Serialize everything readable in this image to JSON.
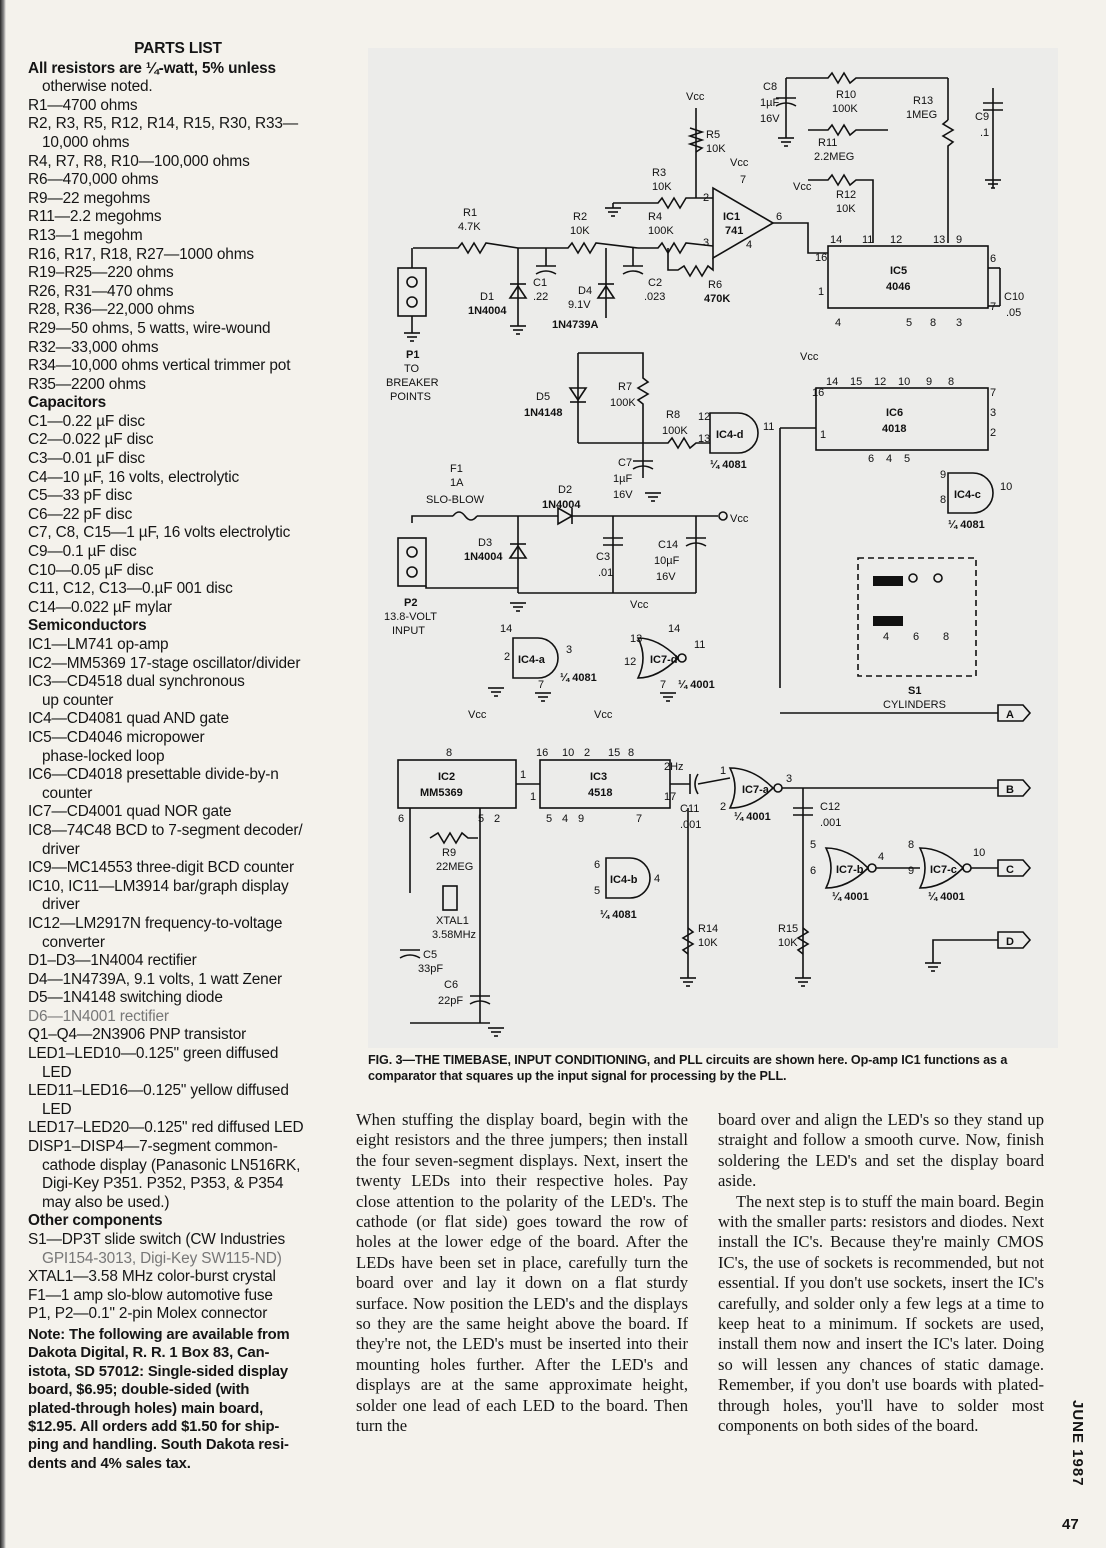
{
  "parts_list": {
    "title": "PARTS LIST",
    "intro": "All resistors are ¼-watt, 5% unless",
    "intro2": "otherwise noted.",
    "resistors": [
      "R1—4700 ohms",
      "R2, R3, R5, R12, R14, R15, R30, R33—",
      "10,000 ohms",
      "R4, R7, R8, R10—100,000 ohms",
      "R6—470,000 ohms",
      "R9—22 megohms",
      "R11—2.2 megohms",
      "R13—1 megohm",
      "R16, R17, R18, R27—1000 ohms",
      "R19–R25—220 ohms",
      "R26, R31—470 ohms",
      "R28, R36—22,000 ohms",
      "R29—50 ohms, 5 watts, wire-wound",
      "R32—33,000 ohms",
      "R34—10,000 ohms vertical trimmer pot",
      "R35—2200 ohms"
    ],
    "capacitors_heading": "Capacitors",
    "capacitors": [
      "C1—0.22 µF disc",
      "C2—0.022 µF disc",
      "C3—0.01 µF disc",
      "C4—10 µF, 16 volts, electrolytic",
      "C5—33 pF disc",
      "C6—22 pF disc",
      "C7, C8, C15—1 µF, 16 volts electrolytic",
      "C9—0.1 µF disc",
      "C10—0.05 µF disc",
      "C11, C12, C13—0.µF 001 disc",
      "C14—0.022 µF mylar"
    ],
    "semiconductors_heading": "Semiconductors",
    "semiconductors": [
      "IC1—LM741 op-amp",
      "IC2—MM5369 17-stage oscillator/divider",
      "IC3—CD4518 dual synchronous",
      "up counter",
      "IC4—CD4081 quad AND gate",
      "IC5—CD4046 micropower",
      "phase-locked loop",
      "IC6—CD4018 presettable divide-by-n",
      "counter",
      "IC7—CD4001 quad NOR gate",
      "IC8—74C48 BCD to 7-segment decoder/",
      "driver",
      "IC9—MC14553 three-digit BCD counter",
      "IC10, IC11—LM3914 bar/graph display",
      "driver",
      "IC12—LM2917N frequency-to-voltage",
      "converter",
      "D1–D3—1N4004 rectifier",
      "D4—1N4739A, 9.1 volts, 1 watt Zener",
      "D5—1N4148 switching diode",
      "D6—1N4001 rectifier",
      "Q1–Q4—2N3906 PNP transistor",
      "LED1–LED10—0.125\" green diffused",
      "LED",
      "LED11–LED16—0.125\" yellow diffused",
      "LED",
      "LED17–LED20—0.125\" red diffused LED",
      "DISP1–DISP4—7-segment common-",
      "cathode display (Panasonic LN516RK,",
      "Digi-Key P351. P352, P353, & P354",
      "may also be used.)"
    ],
    "other_heading": "Other components",
    "other": [
      "S1—DP3T slide switch (CW Industries",
      "GPI154-3013, Digi-Key SW115-ND)",
      "XTAL1—3.58 MHz color-burst crystal",
      "F1—1 amp slo-blow automotive fuse",
      "P1, P2—0.1\" 2-pin Molex connector"
    ],
    "note": [
      "Note: The following are available from",
      "Dakota Digital, R. R. 1 Box 83, Can-",
      "istota, SD 57012: Single-sided display",
      "board, $6.95; double-sided (with",
      "plated-through holes) main board,",
      "$12.95. All orders add $1.50 for ship-",
      "ping and handling. South Dakota resi-",
      "dents and 4% sales tax."
    ]
  },
  "schematic": {
    "labels": {
      "vcc": "Vcc",
      "r5": "R5",
      "r5v": "10K",
      "r3": "R3",
      "r3v": "10K",
      "r1": "R1",
      "r1v": "4.7K",
      "r2": "R2",
      "r2v": "10K",
      "r4": "R4",
      "r4v": "100K",
      "r6": "R6",
      "r6v": "470K",
      "c8": "C8",
      "c8v": "1µF",
      "c8v2": "16V",
      "r10": "R10",
      "r10v": "100K",
      "r11": "R11",
      "r11v": "2.2MEG",
      "r12": "R12",
      "r12v": "10K",
      "r13": "R13",
      "r13v": "1MEG",
      "c9": "C9",
      "c9v": ".1",
      "ic1": "IC1",
      "ic1v": "741",
      "ic5": "IC5",
      "ic5v": "4046",
      "c10": "C10",
      "c10v": ".05",
      "c1": "C1",
      "c1v": ".22",
      "c2": "C2",
      "c2v": ".023",
      "d1": "D1",
      "d1v": "1N4004",
      "d4": "D4",
      "d4v": "9.1V",
      "d4v2": "1N4739A",
      "p1": "P1",
      "p1a": "TO",
      "p1b": "BREAKER",
      "p1c": "POINTS",
      "d5": "D5",
      "d5v": "1N4148",
      "r7": "R7",
      "r7v": "100K",
      "r8": "R8",
      "r8v": "100K",
      "ic4d": "IC4-d",
      "q4081": "¼ 4081",
      "c7": "C7",
      "c7v": "1µF",
      "c7v2": "16V",
      "ic6": "IC6",
      "ic6v": "4018",
      "ic4c": "IC4-c",
      "f1": "F1",
      "f1v": "1A",
      "f1v2": "SLO-BLOW",
      "d2": "D2",
      "d2v": "1N4004",
      "d3": "D3",
      "d3v": "1N4004",
      "c3": "C3",
      "c3v": ".01",
      "c14": "C14",
      "c14v": "10µF",
      "c14v2": "16V",
      "p2": "P2",
      "p2a": "13.8-VOLT",
      "p2b": "INPUT",
      "ic4a": "IC4-a",
      "ic7d": "IC7-d",
      "q4001": "¼ 4001",
      "s1": "S1",
      "s1v": "CYLINDERS",
      "ic2": "IC2",
      "ic2v": "MM5369",
      "ic3": "IC3",
      "ic3v": "4518",
      "f2hz": "2Hz",
      "c11": "C11",
      "c11v": ".001",
      "ic7a": "IC7-a",
      "c12": "C12",
      "c12v": ".001",
      "r9": "R9",
      "r9v": "22MEG",
      "xtal": "XTAL1",
      "xtalv": "3.58MHz",
      "c5": "C5",
      "c5v": "33pF",
      "c6": "C6",
      "c6v": "22pF",
      "ic4b": "IC4-b",
      "r14": "R14",
      "r14v": "10K",
      "r15": "R15",
      "r15v": "10K",
      "ic7b": "IC7-b",
      "ic7c": "IC7-c",
      "out_a": "A",
      "out_b": "B",
      "out_c": "C",
      "out_d": "D"
    }
  },
  "caption": "FIG. 3—THE TIMEBASE, INPUT CONDITIONING, and PLL circuits are shown here. Op-amp IC1 functions as a comparator that squares up the input signal for processing by the PLL.",
  "body_col2": "When stuffing the display board, begin with the eight resistors and the three jumpers; then install the four seven-segment displays. Next, insert the twenty LEDs into their respective holes. Pay close attention to the polarity of the LED's. The cathode (or flat side) goes toward the row of holes at the lower edge of the board. After the LEDs have been set in place, carefully turn the board over and lay it down on a flat sturdy surface. Now position the LED's and the displays so they are the same height above the board. If they're not, the LED's must be inserted into their mounting holes further. After the LED's and displays are at the same approximate height, solder one lead of each LED to the board. Then turn the",
  "body_col3_p1": "board over and align the LED's so they stand up straight and follow a smooth curve. Now, finish soldering the LED's and set the display board aside.",
  "body_col3_p2": "The next step is to stuff the main board. Begin with the smaller parts: resistors and diodes. Next install the IC's. Because they're mainly CMOS IC's, the use of sockets is recommended, but not essential. If you don't use sockets, insert the IC's carefully, and solder only a few legs at a time to keep heat to a minimum. If sockets are used, install them now and insert the IC's later. Doing so will lessen any chances of static damage. Remember, if you don't use boards with plated-through holes, you'll have to solder most components on both sides of the board.",
  "running_head": "JUNE 1987",
  "page_number": "47"
}
